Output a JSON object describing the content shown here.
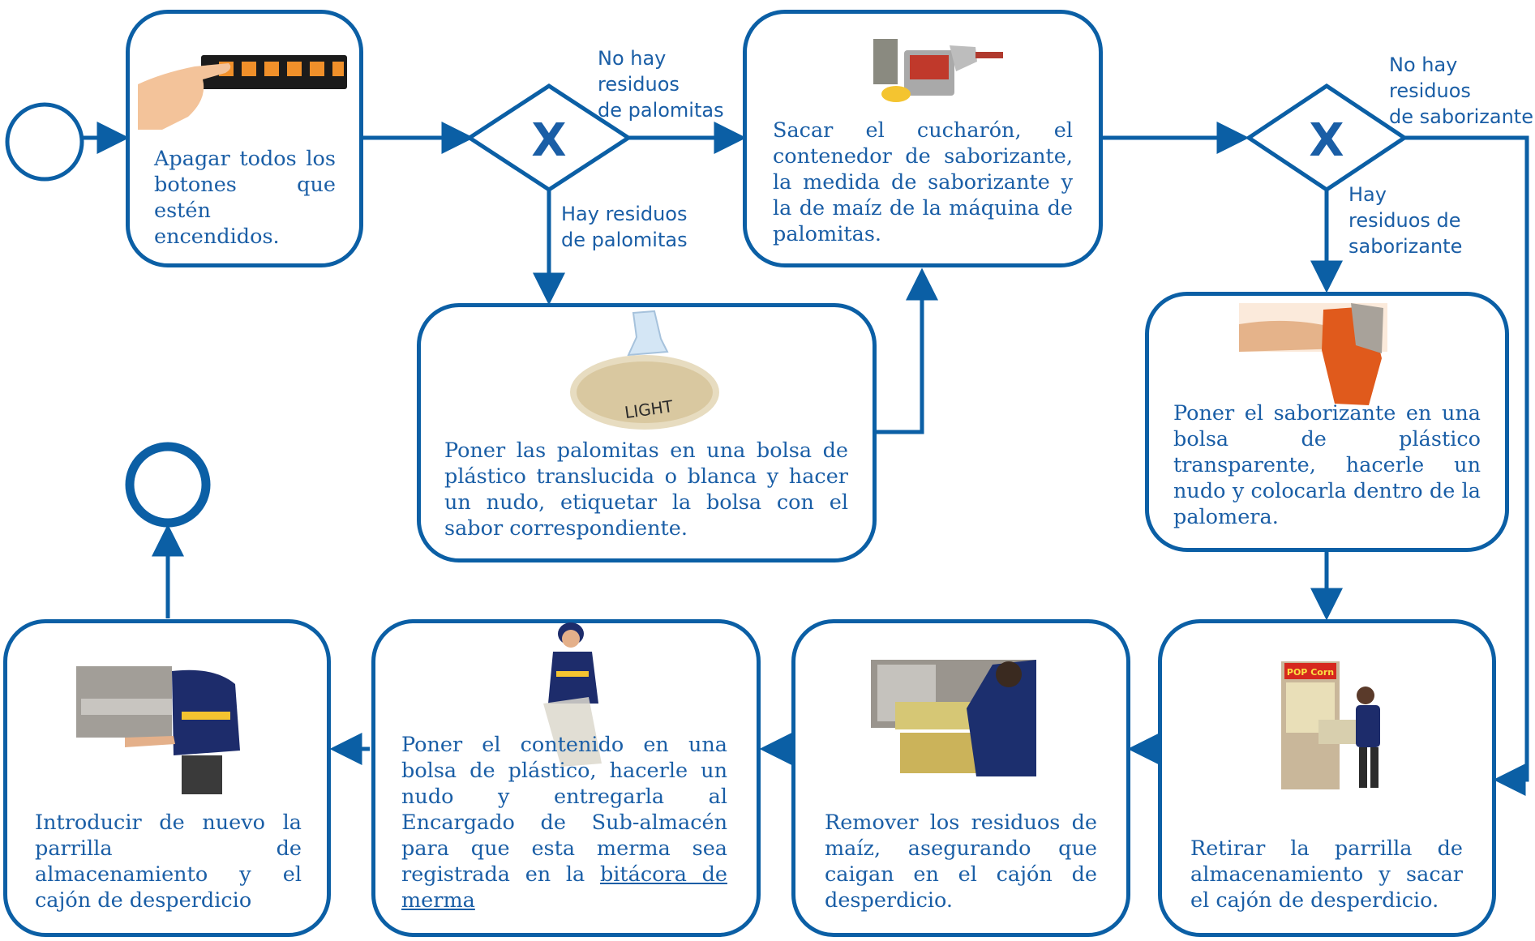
{
  "colors": {
    "accent": "#0b5fa5",
    "text": "#1a5ea6"
  },
  "gateway_symbol": "X",
  "steps": {
    "apagar": "Apagar todos los botones que estén encendidos.",
    "sacar": "Sacar el cucharón, el contenedor de saborizante, la medida de saborizante y la de maíz de la máquina de palomitas.",
    "poner_palomitas": "Poner las palomitas en una bolsa de plástico translucida o blanca y hacer un nudo, etiquetar la bolsa con el sabor correspondiente.",
    "poner_saborizante": "Poner el saborizante en una bolsa de plástico transparente, hacerle un nudo y colocarla dentro de la palomera.",
    "retirar": "Retirar la parrilla de almacenamiento y sacar el cajón de desperdicio.",
    "remover": "Remover los residuos de maíz, asegurando que caigan en el cajón de desperdicio.",
    "poner_contenido": "Poner el contenido en una bolsa de plástico, hacerle un nudo y entregarla al Encargado de Sub-almacén para que esta merma sea registrada en la",
    "poner_contenido_link": "bitácora de merma",
    "introducir": "Introducir de nuevo la parrilla de almacenamiento y el cajón de desperdicio"
  },
  "labels": {
    "no_palomitas": "No hay\nresiduos\nde palomitas",
    "si_palomitas": "Hay residuos\nde palomitas",
    "no_saborizante": "No hay\nresiduos\nde saborizante",
    "si_saborizante": "Hay\nresiduos de\nsaborizante"
  },
  "image_labels": {
    "bag_label": "LIGHT",
    "machine_sign": "POP Corn"
  },
  "icons": [
    "control-panel-photo",
    "utensils-photo",
    "popcorn-bag-photo",
    "flavoring-bag-photo",
    "popcorn-machine-photo",
    "waste-drawer-photo",
    "worker-bag-photo",
    "worker-tray-photo"
  ]
}
